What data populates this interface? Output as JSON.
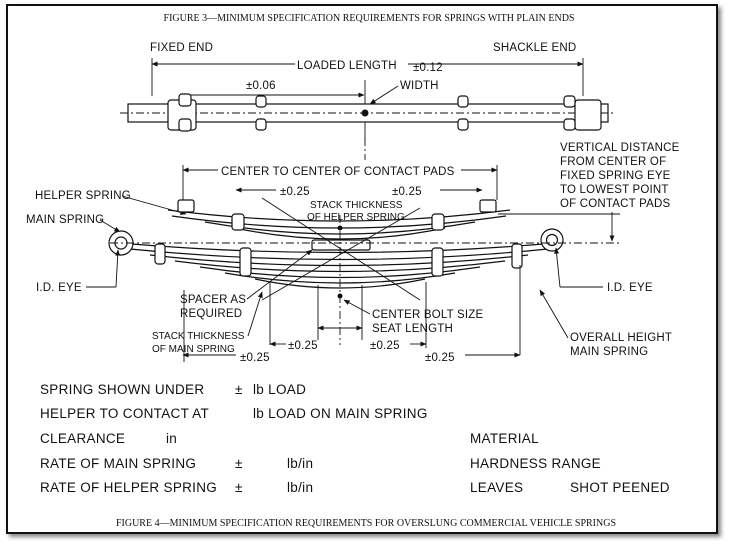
{
  "captions": {
    "top": "FIGURE 3—MINIMUM SPECIFICATION REQUIREMENTS FOR SPRINGS WITH PLAIN ENDS",
    "bottom": "FIGURE 4—MINIMUM SPECIFICATION REQUIREMENTS FOR OVERSLUNG COMMERCIAL VEHICLE SPRINGS"
  },
  "fig3": {
    "fixed_end": "FIXED END",
    "shackle_end": "SHACKLE END",
    "loaded_length": "LOADED LENGTH",
    "tol_012": "±0.12",
    "tol_006": "±0.06",
    "width": "WIDTH"
  },
  "fig4": {
    "center_to_center": "CENTER TO CENTER OF CONTACT PADS",
    "vertical_distance": [
      "VERTICAL DISTANCE",
      "FROM CENTER OF",
      "FIXED SPRING EYE",
      "TO LOWEST POINT",
      "OF CONTACT PADS"
    ],
    "helper_spring": "HELPER SPRING",
    "main_spring": "MAIN SPRING",
    "tol_025": "±0.25",
    "stack_helper": [
      "STACK THICKNESS",
      "OF HELPER SPRING"
    ],
    "id_eye": "I.D. EYE",
    "spacer": [
      "SPACER AS",
      "REQUIRED"
    ],
    "center_bolt": "CENTER BOLT SIZE",
    "seat_length": "SEAT LENGTH",
    "stack_main": [
      "STACK THICKNESS",
      "OF MAIN SPRING"
    ],
    "overall_height": [
      "OVERALL HEIGHT",
      "MAIN SPRING"
    ]
  },
  "specs": {
    "row1": {
      "a": "SPRING SHOWN UNDER",
      "b": "±",
      "c": "lb LOAD"
    },
    "row2": {
      "a": "HELPER TO CONTACT AT",
      "c": "lb LOAD ON MAIN SPRING"
    },
    "row3": {
      "a": "CLEARANCE",
      "b": "in",
      "m": "MATERIAL"
    },
    "row4": {
      "a": "RATE OF MAIN SPRING",
      "b": "±",
      "c": "lb/in",
      "m": "HARDNESS RANGE"
    },
    "row5": {
      "a": "RATE OF HELPER SPRING",
      "b": "±",
      "c": "lb/in",
      "m": "LEAVES",
      "n": "SHOT PEENED"
    }
  }
}
